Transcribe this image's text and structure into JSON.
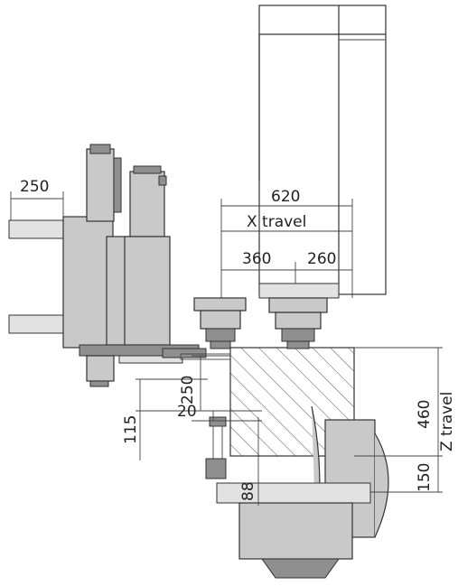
{
  "dimensions": {
    "spindle_250": "250",
    "x_620": "620",
    "x_travel": "X travel",
    "x_360": "360",
    "x_260": "260",
    "v_250": "250",
    "v_20": "20",
    "v_115": "115",
    "v_460": "460",
    "z_travel": "Z travel",
    "v_150": "150",
    "v_88": "88"
  },
  "colors": {
    "line": "#333333",
    "body": "#c9c9c9",
    "dark": "#8f8f8f"
  }
}
